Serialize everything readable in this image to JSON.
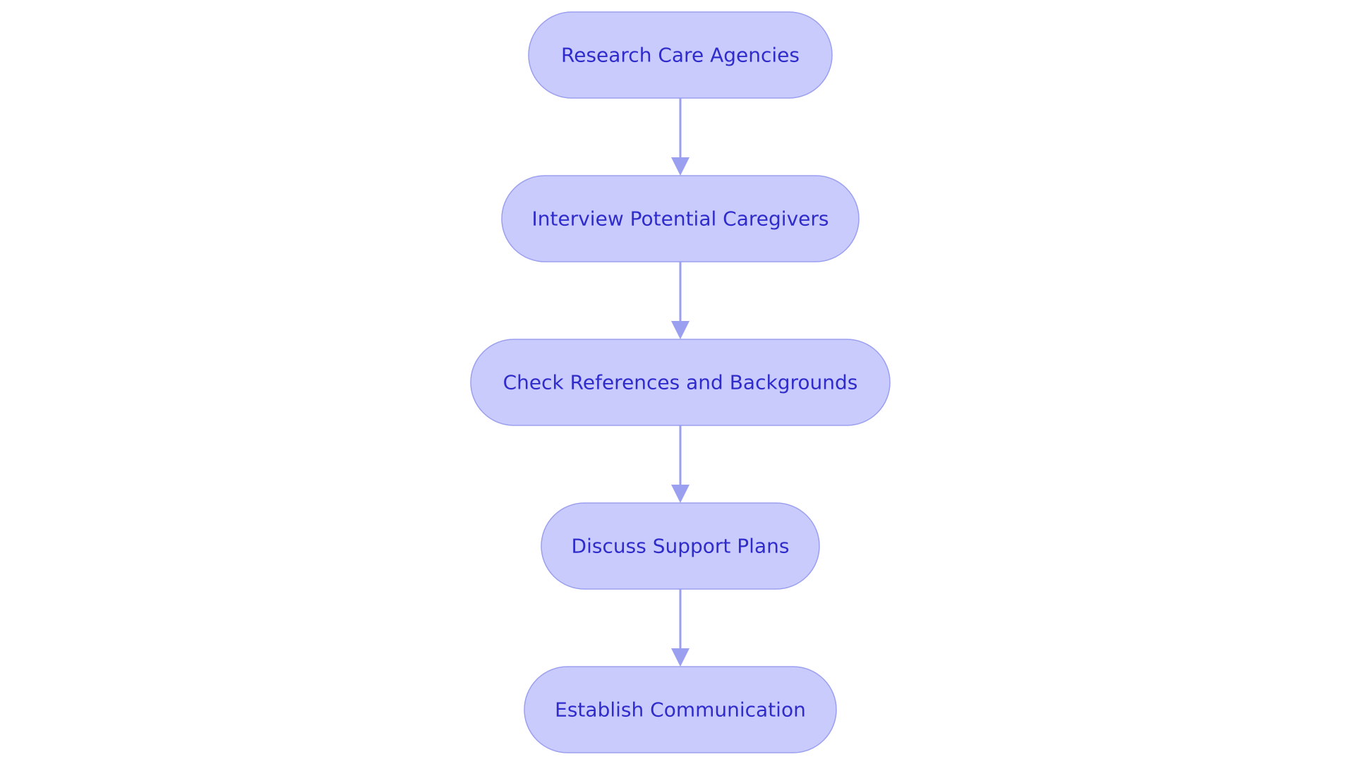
{
  "diagram": {
    "type": "flowchart",
    "direction": "top-to-bottom",
    "colors": {
      "background": "#ffffff",
      "node_fill": "#c9cbfd",
      "node_stroke": "#9b9fef",
      "node_text": "#2f2ccb",
      "edge": "#9b9fef"
    },
    "nodes": [
      {
        "id": "research-care-agencies",
        "label": "Research Care Agencies"
      },
      {
        "id": "interview-potential-caregivers",
        "label": "Interview Potential Caregivers"
      },
      {
        "id": "check-references-and-backgrounds",
        "label": "Check References and Backgrounds"
      },
      {
        "id": "discuss-support-plans",
        "label": "Discuss Support Plans"
      },
      {
        "id": "establish-communication",
        "label": "Establish Communication"
      }
    ],
    "edges": [
      {
        "from": "research-care-agencies",
        "to": "interview-potential-caregivers"
      },
      {
        "from": "interview-potential-caregivers",
        "to": "check-references-and-backgrounds"
      },
      {
        "from": "check-references-and-backgrounds",
        "to": "discuss-support-plans"
      },
      {
        "from": "discuss-support-plans",
        "to": "establish-communication"
      }
    ]
  }
}
